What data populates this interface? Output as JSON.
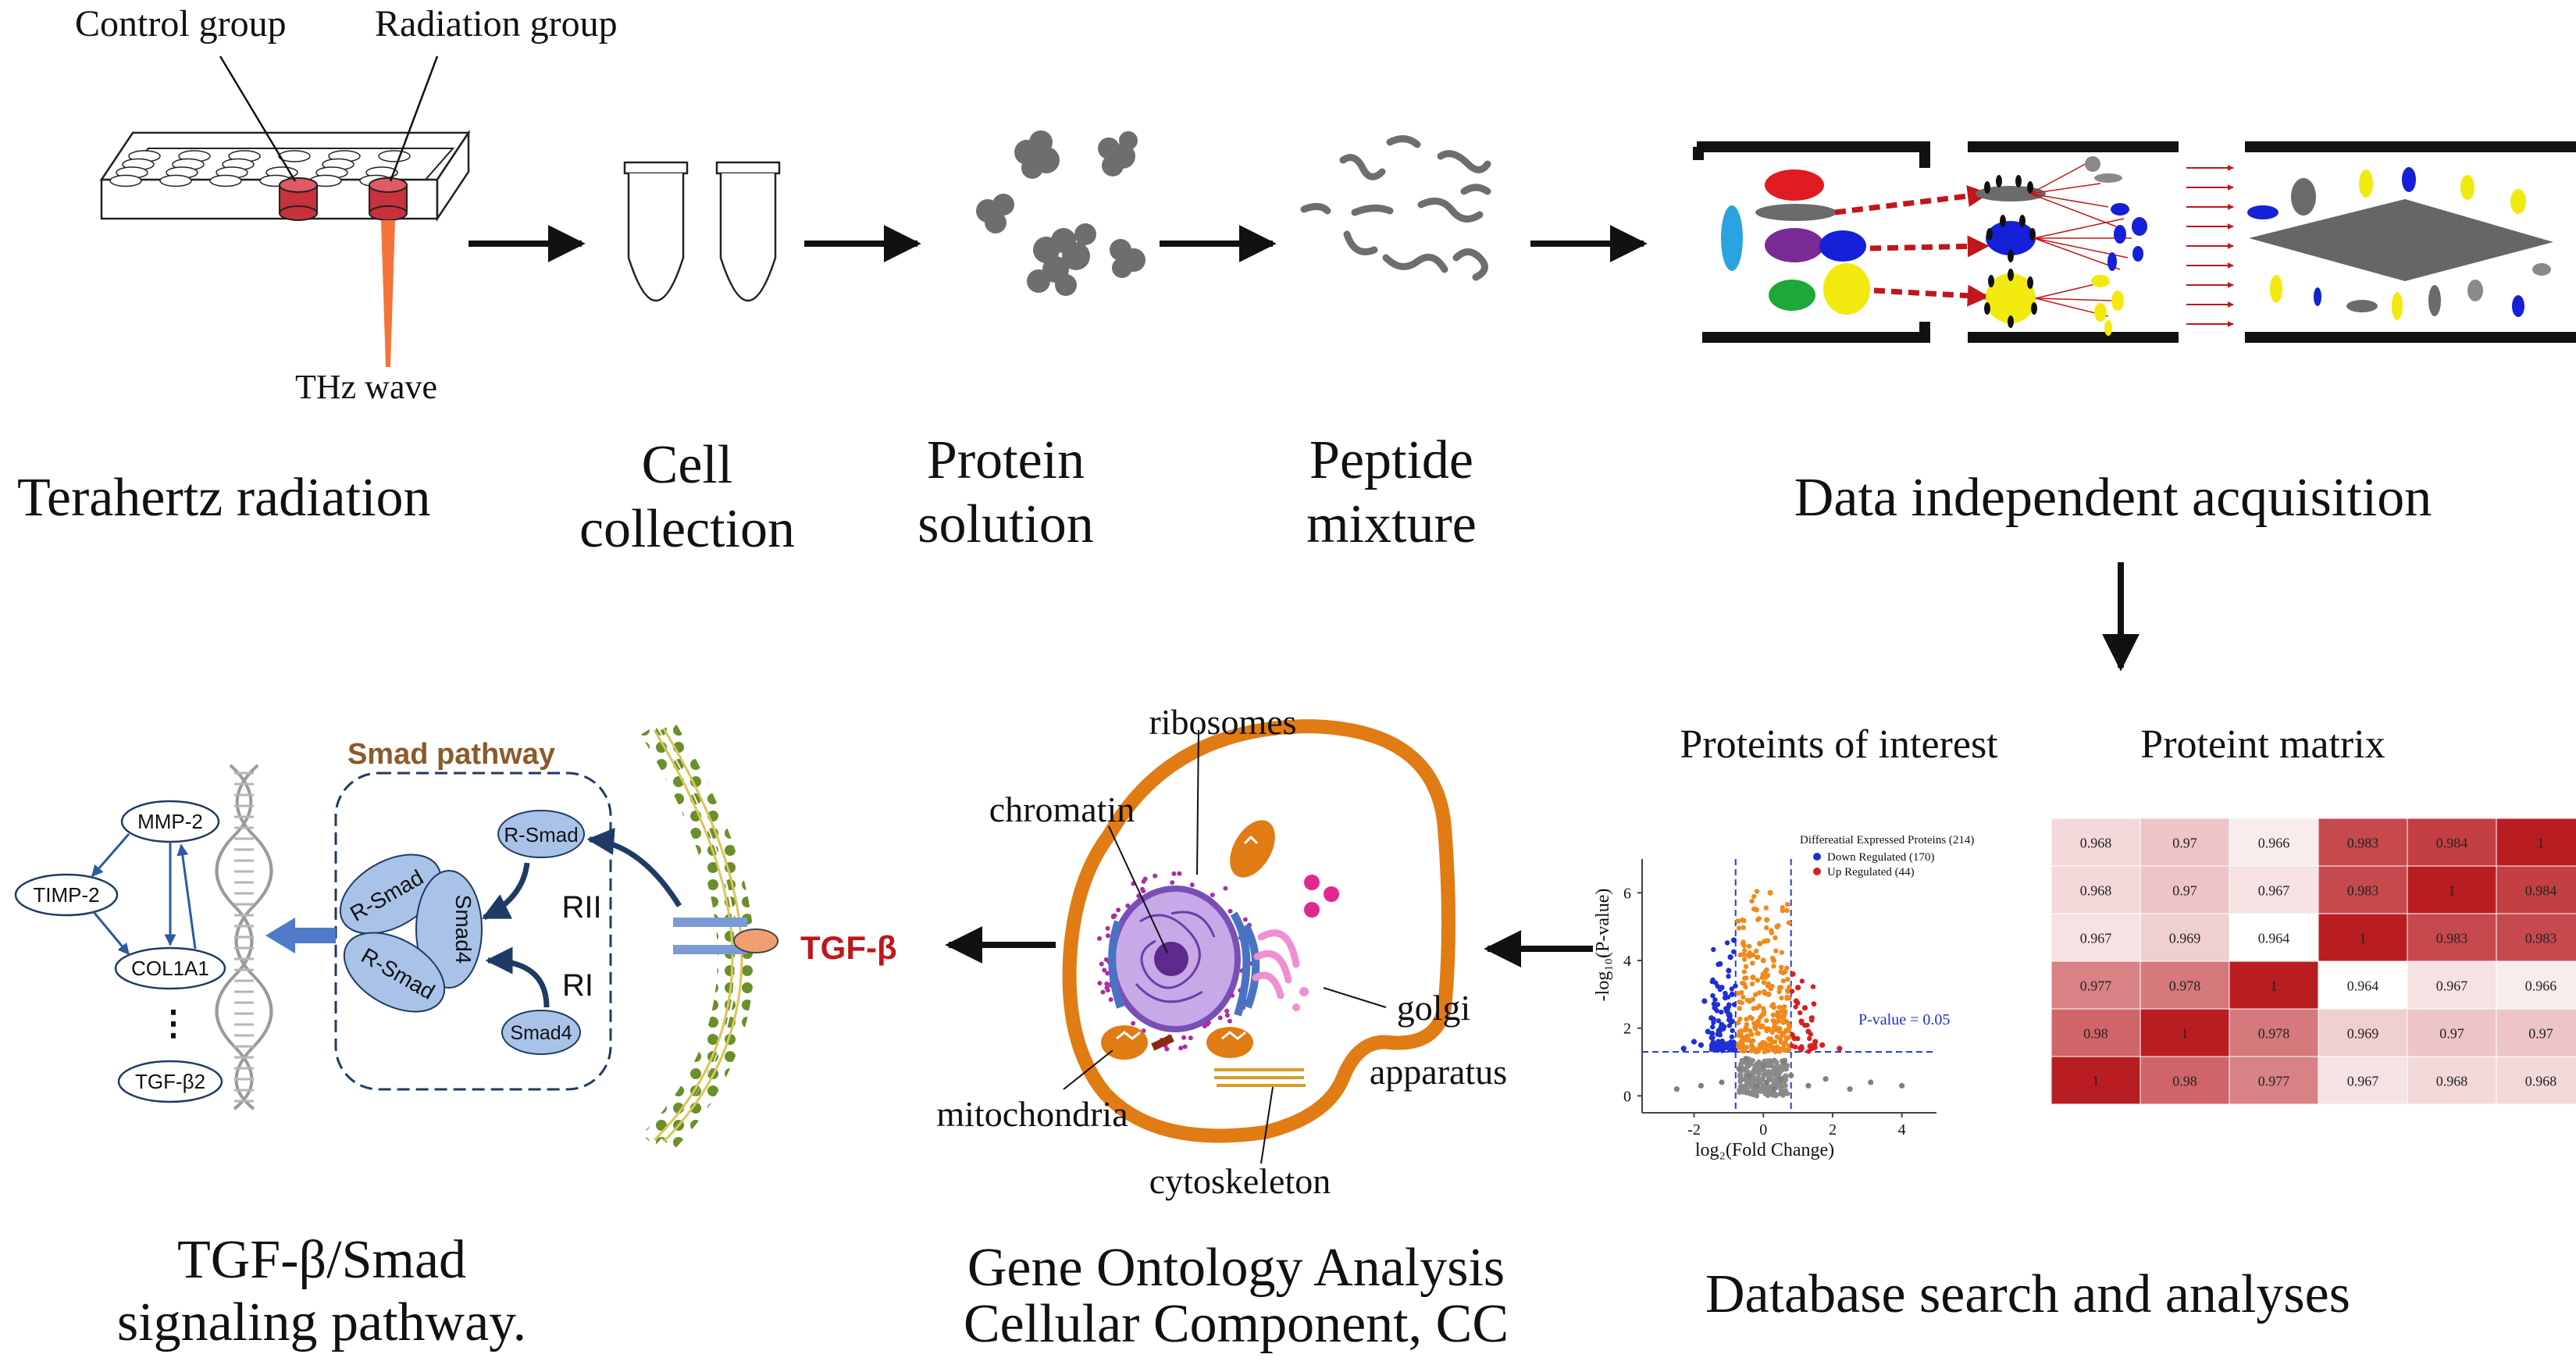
{
  "top": {
    "control_group": "Control group",
    "radiation_group": "Radiation group",
    "thz_wave": "THz wave",
    "steps": {
      "terahertz": "Terahertz radiation",
      "cell": [
        "Cell",
        "collection"
      ],
      "protein": [
        "Protein",
        "solution"
      ],
      "peptide": [
        "Peptide",
        "mixture"
      ],
      "dia": "Data independent acquisition"
    }
  },
  "database": {
    "title": "Database search and analyses",
    "volcano_title": "Proteints of interest",
    "matrix_title": "Proteint matrix"
  },
  "go": {
    "title": [
      "Gene Ontology Analysis",
      "Cellular Component, CC"
    ],
    "labels": {
      "ribosomes": "ribosomes",
      "chromatin": "chromatin",
      "golgi": [
        "golgi",
        "apparatus"
      ],
      "mitochondria": "mitochondria",
      "cytoskeleton": "cytoskeleton"
    }
  },
  "tgf": {
    "title": [
      "TGF-β/Smad",
      "signaling pathway."
    ],
    "smad_pathway": "Smad pathway",
    "tgf_beta": "TGF-β",
    "rii": "RII",
    "ri": "RI",
    "r_smad_top": "R-Smad",
    "smad4_small": "Smad4",
    "complex": [
      "R-Smad",
      "Smad4",
      "R-Smad"
    ],
    "genes": [
      "MMP-2",
      "TIMP-2",
      "COL1A1",
      "⋮",
      "TGF-β2"
    ],
    "colors": {
      "smad_title": "#8B5A2B",
      "tgf": "#c0161c",
      "node_fill": "#a9c3e8",
      "node_stroke": "#1f3a66"
    }
  },
  "chart_data": [
    {
      "type": "scatter",
      "title": "",
      "xlabel": "log₂(Fold Change)",
      "ylabel": "-log₁₀(P-value)",
      "xlim": [
        -3.5,
        5
      ],
      "ylim": [
        -0.5,
        7
      ],
      "x_ticks": [
        -2,
        0,
        2,
        4
      ],
      "y_ticks": [
        0,
        2,
        4,
        6
      ],
      "legend_title": "Differeatial Expressed Proteins (214)",
      "legend_position": "top-right",
      "threshold_label": "P-value = 0.05",
      "threshold_y": 1.3,
      "fc_cutoffs": [
        -0.8,
        0.8
      ],
      "series": [
        {
          "name": "Down Regulated (170)",
          "color": "#1f2fd6",
          "points": [
            [
              -1.6,
              1.9
            ],
            [
              -1.4,
              2.6
            ],
            [
              -1.2,
              3.2
            ],
            [
              -1.0,
              3.7
            ],
            [
              -0.9,
              2.2
            ],
            [
              -1.3,
              1.6
            ],
            [
              -1.8,
              1.5
            ],
            [
              -1.1,
              2.9
            ],
            [
              -0.95,
              4.1
            ],
            [
              -0.85,
              4.6
            ],
            [
              -1.2,
              2.1
            ],
            [
              -1.5,
              2.3
            ],
            [
              -2.0,
              1.6
            ],
            [
              -2.3,
              1.4
            ],
            [
              -0.9,
              3.0
            ],
            [
              -1.05,
              2.5
            ],
            [
              -1.7,
              2.8
            ],
            [
              -1.25,
              3.9
            ]
          ]
        },
        {
          "name": "Up Regulated (44)",
          "color": "#d62020",
          "points": [
            [
              0.9,
              1.7
            ],
            [
              1.1,
              2.2
            ],
            [
              1.3,
              1.9
            ],
            [
              0.95,
              2.8
            ],
            [
              1.5,
              1.6
            ],
            [
              1.0,
              3.2
            ],
            [
              1.2,
              2.6
            ],
            [
              1.7,
              1.5
            ],
            [
              0.85,
              3.6
            ],
            [
              1.4,
              2.3
            ],
            [
              2.2,
              1.4
            ]
          ]
        },
        {
          "name": "",
          "color": "#f08a1c",
          "points": [
            [
              -0.5,
              2.0
            ],
            [
              -0.3,
              3.5
            ],
            [
              -0.1,
              4.5
            ],
            [
              0.1,
              5.2
            ],
            [
              0.3,
              4.0
            ],
            [
              0.5,
              3.2
            ],
            [
              -0.6,
              1.5
            ],
            [
              0.6,
              2.4
            ],
            [
              0.2,
              6.0
            ],
            [
              -0.2,
              5.5
            ],
            [
              0.4,
              5.0
            ],
            [
              0.0,
              4.0
            ],
            [
              -0.4,
              2.8
            ],
            [
              0.55,
              1.8
            ],
            [
              0.15,
              3.0
            ],
            [
              -0.15,
              2.2
            ]
          ]
        },
        {
          "name": "",
          "color": "#7f7f7f",
          "points": [
            [
              -0.2,
              0.3
            ],
            [
              0.1,
              0.4
            ],
            [
              0.3,
              0.2
            ],
            [
              -0.4,
              0.6
            ],
            [
              0.5,
              0.5
            ],
            [
              -0.7,
              0.8
            ],
            [
              0.8,
              0.6
            ],
            [
              -1.2,
              0.4
            ],
            [
              1.3,
              0.3
            ],
            [
              1.8,
              0.5
            ],
            [
              2.5,
              0.2
            ],
            [
              -1.8,
              0.3
            ],
            [
              3.1,
              0.4
            ],
            [
              4.0,
              0.3
            ],
            [
              -2.5,
              0.2
            ],
            [
              0.0,
              0.9
            ],
            [
              -0.5,
              1.1
            ],
            [
              0.6,
              1.0
            ]
          ]
        }
      ]
    },
    {
      "type": "heatmap",
      "title": "Proteint matrix",
      "values": [
        [
          "0.968",
          "0.97",
          "0.966",
          "0.983",
          "0.984",
          "1"
        ],
        [
          "0.968",
          "0.97",
          "0.967",
          "0.983",
          "1",
          "0.984"
        ],
        [
          "0.967",
          "0.969",
          "0.964",
          "1",
          "0.983",
          "0.983"
        ],
        [
          "0.977",
          "0.978",
          "1",
          "0.964",
          "0.967",
          "0.966"
        ],
        [
          "0.98",
          "1",
          "0.978",
          "0.969",
          "0.97",
          "0.97"
        ],
        [
          "1",
          "0.98",
          "0.977",
          "0.967",
          "0.968",
          "0.968"
        ]
      ],
      "color_low": "#ffffff",
      "color_high": "#b81d22"
    }
  ]
}
